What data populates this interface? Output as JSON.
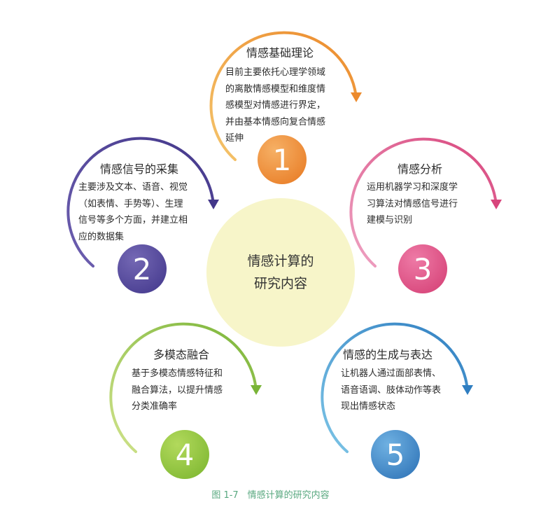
{
  "center": {
    "line1": "情感计算的",
    "line2": "研究内容"
  },
  "items": [
    {
      "number": "1",
      "title": "情感基础理论",
      "lines": [
        "目前主要依托心理学领域",
        "的离散情感模型和维度情",
        "感模型对情感进行界定，",
        "并由基本情感向复合情感",
        "延伸"
      ],
      "color": "#ec8a2c"
    },
    {
      "number": "2",
      "title": "情感信号的采集",
      "lines": [
        "主要涉及文本、语音、视觉",
        "（如表情、手势等）、生理",
        "信号等多个方面，并建立相",
        "应的数据集"
      ],
      "color": "#4f4696"
    },
    {
      "number": "3",
      "title": "情感分析",
      "lines": [
        "运用机器学习和深度学",
        "习算法对情感信号进行",
        "建模与识别"
      ],
      "color": "#d8457c"
    },
    {
      "number": "4",
      "title": "多模态融合",
      "lines": [
        "基于多模态情感特征和",
        "融合算法，以提升情感",
        "分类准确率"
      ],
      "color": "#8cc43c"
    },
    {
      "number": "5",
      "title": "情感的生成与表达",
      "lines": [
        "让机器人通过面部表情、",
        "语音语调、肢体动作等表",
        "现出情感状态"
      ],
      "color": "#2f7ec1"
    }
  ],
  "caption": "图 1-7　情感计算的研究内容"
}
